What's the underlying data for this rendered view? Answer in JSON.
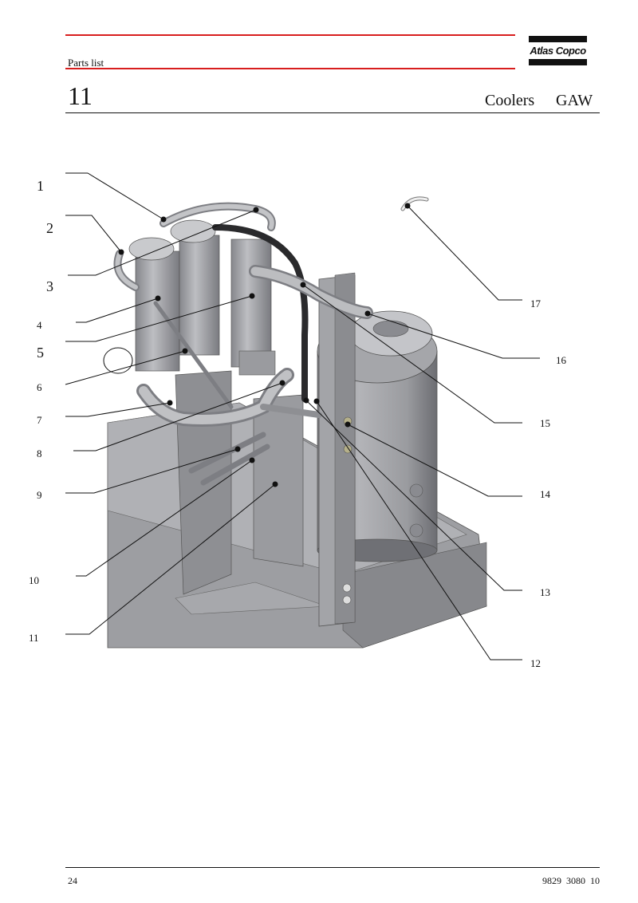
{
  "header": {
    "section_label": "Parts list",
    "chapter_number": "11",
    "chapter_title": "Coolers",
    "model": "GAW",
    "logo_text": "Atlas Copco"
  },
  "figure": {
    "callouts": [
      {
        "n": "1",
        "size": "big"
      },
      {
        "n": "2",
        "size": "big"
      },
      {
        "n": "3",
        "size": "big"
      },
      {
        "n": "4",
        "size": "small"
      },
      {
        "n": "5",
        "size": "big"
      },
      {
        "n": "6",
        "size": "small"
      },
      {
        "n": "7",
        "size": "small"
      },
      {
        "n": "8",
        "size": "small"
      },
      {
        "n": "9",
        "size": "small"
      },
      {
        "n": "10",
        "size": "small"
      },
      {
        "n": "11",
        "size": "small"
      },
      {
        "n": "12",
        "size": "small"
      },
      {
        "n": "13",
        "size": "small"
      },
      {
        "n": "14",
        "size": "small"
      },
      {
        "n": "15",
        "size": "small"
      },
      {
        "n": "16",
        "size": "small"
      },
      {
        "n": "17",
        "size": "small"
      }
    ]
  },
  "footer": {
    "page_number": "24",
    "document_number": "9829  3080  10"
  },
  "colors": {
    "header_rule": "#d81e1e",
    "machine_body": "#8c8d92",
    "machine_light": "#b9babe",
    "machine_dark": "#5f6065"
  }
}
